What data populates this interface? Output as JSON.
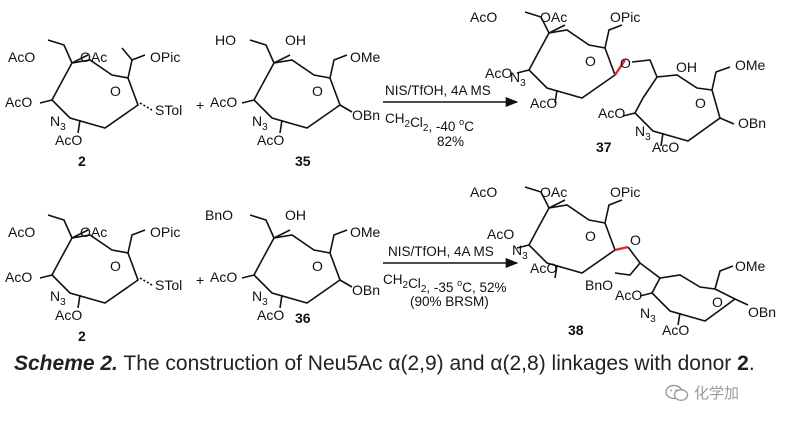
{
  "colors": {
    "azide": "#a0349b",
    "new_bond": "#e8232a",
    "ink": "#111111",
    "watermark": "#9a9a9a"
  },
  "reactions": [
    {
      "donor": {
        "compound_number": "2",
        "labels": {
          "aco_top": "AcO",
          "oac": "OAc",
          "co2r": "OPic",
          "aco_left": "AcO",
          "azide": "N3",
          "aco_bottom": "AcO",
          "leaving_group": "STol"
        }
      },
      "plus": "+",
      "acceptor": {
        "compound_number": "35",
        "labels": {
          "ho_top": "HO",
          "oh": "OH",
          "co2r": "OMe",
          "aco_left": "AcO",
          "azide": "N3",
          "aco_bottom": "AcO",
          "obn": "OBn"
        }
      },
      "conditions": {
        "line1": "NIS/TfOH, 4A MS",
        "line2": "CH2Cl2, -40 oC",
        "line3": "82%"
      },
      "product": {
        "compound_number": "37",
        "labels": {
          "aco_top": "AcO",
          "oac": "OAc",
          "co2r": "OPic",
          "aco_left": "AcO",
          "azide": "N3",
          "aco_bottom": "AcO",
          "link_o": "O",
          "oh": "OH",
          "co2r2": "OMe",
          "aco_left2": "AcO",
          "azide2": "N3",
          "aco_bottom2": "AcO",
          "obn": "OBn"
        }
      }
    },
    {
      "donor": {
        "compound_number": "2",
        "labels": {
          "aco_top": "AcO",
          "oac": "OAc",
          "co2r": "OPic",
          "aco_left": "AcO",
          "azide": "N3",
          "aco_bottom": "AcO",
          "leaving_group": "STol"
        }
      },
      "plus": "+",
      "acceptor": {
        "compound_number": "36",
        "labels": {
          "bno_top": "BnO",
          "oh": "OH",
          "co2r": "OMe",
          "aco_left": "AcO",
          "azide": "N3",
          "aco_bottom": "AcO",
          "obn": "OBn"
        }
      },
      "conditions": {
        "line1": "NIS/TfOH, 4A MS",
        "line2": "CH2Cl2, -35 oC, 52%",
        "line3": "(90% BRSM)"
      },
      "product": {
        "compound_number": "38",
        "labels": {
          "aco_top": "AcO",
          "oac": "OAc",
          "co2r": "OPic",
          "aco_left": "AcO",
          "azide": "N3",
          "aco_bottom": "AcO",
          "link_o": "O",
          "bno": "BnO",
          "co2r2": "OMe",
          "aco_left2": "AcO",
          "azide2": "N3",
          "aco_bottom2": "AcO",
          "obn": "OBn"
        }
      }
    }
  ],
  "caption": {
    "scheme_label": "Scheme 2.",
    "text": "The construction of Neu5Ac α(2,9) and α(2,8) linkages with donor",
    "compound": "2",
    "end": "."
  },
  "watermark": {
    "text": "化学加",
    "icon": "wechat-logo-icon"
  }
}
